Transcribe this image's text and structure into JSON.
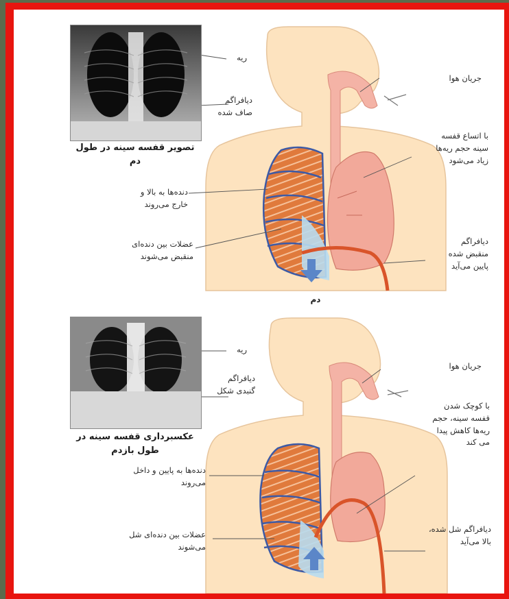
{
  "inhale": {
    "xray_caption": "تصویر قفسه سینه در طول\nدم",
    "labels": {
      "lung": "ریه",
      "diaphragm_flat": "دیافراگم\nصاف شده",
      "airflow": "جریان هوا",
      "volume_increase": "با اتساع قفسه\nسینه حجم ریه‌ها\nزیاد می‌شود",
      "ribs": "دنده‌ها به بالا و\nخارج می‌روند",
      "muscles": "عضلات بین دنده‌ای\nمنقبض می‌شوند",
      "diaphragm_down": "دیافراگم\nمنقبض شده\nپایین می‌آید"
    },
    "title": "دم"
  },
  "exhale": {
    "xray_caption": "عکسبرداری قفسه سینه در\nطول بازدم",
    "labels": {
      "lung": "ریه",
      "diaphragm_dome": "دیافراگم\nگنبدی شکل",
      "airflow": "جریان هوا",
      "volume_decrease": "با کوچک شدن\nقفسه سینه، حجم\nریه‌ها کاهش پیدا\nمی کند",
      "ribs": "دنده‌ها به پایین و داخل\nمی‌روند",
      "diaphragm_up": "دیافراگم شل شده،\nبالا می‌آید",
      "muscles": "عضلات بین دنده‌ای شل\nمی‌شوند"
    }
  },
  "colors": {
    "slide_border": "#e8150f",
    "background": "#5c6b4c",
    "body_skin": "#fde3bf",
    "lung": "#f2a99a",
    "trachea": "#f4b3a6",
    "rib": "#e07a3c",
    "intercostal": "#3c5aa6",
    "pleura": "#b8dcf0",
    "diaphragm": "#d9542a",
    "arrow": "#5b86c8"
  }
}
